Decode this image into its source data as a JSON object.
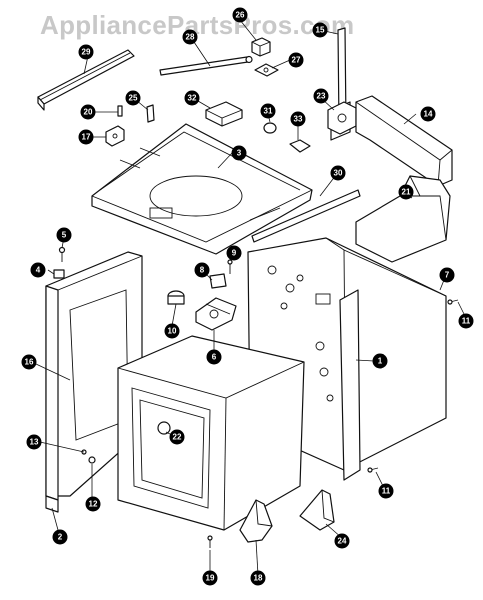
{
  "watermark": "AppliancePartsPros.com",
  "callouts": [
    {
      "id": "c1",
      "label": "1"
    },
    {
      "id": "c2",
      "label": "2"
    },
    {
      "id": "c3",
      "label": "3"
    },
    {
      "id": "c4",
      "label": "4"
    },
    {
      "id": "c5",
      "label": "5"
    },
    {
      "id": "c6",
      "label": "6"
    },
    {
      "id": "c7",
      "label": "7"
    },
    {
      "id": "c8",
      "label": "8"
    },
    {
      "id": "c9",
      "label": "9"
    },
    {
      "id": "c10",
      "label": "10"
    },
    {
      "id": "c11a",
      "label": "11"
    },
    {
      "id": "c11b",
      "label": "11"
    },
    {
      "id": "c12",
      "label": "12"
    },
    {
      "id": "c13",
      "label": "13"
    },
    {
      "id": "c14",
      "label": "14"
    },
    {
      "id": "c15",
      "label": "15"
    },
    {
      "id": "c16",
      "label": "16"
    },
    {
      "id": "c17",
      "label": "17"
    },
    {
      "id": "c18",
      "label": "18"
    },
    {
      "id": "c19",
      "label": "19"
    },
    {
      "id": "c20",
      "label": "20"
    },
    {
      "id": "c21",
      "label": "21"
    },
    {
      "id": "c22",
      "label": "22"
    },
    {
      "id": "c23",
      "label": "23"
    },
    {
      "id": "c24",
      "label": "24"
    },
    {
      "id": "c25",
      "label": "25"
    },
    {
      "id": "c26",
      "label": "26"
    },
    {
      "id": "c27",
      "label": "27"
    },
    {
      "id": "c28",
      "label": "28"
    },
    {
      "id": "c29",
      "label": "29"
    },
    {
      "id": "c30",
      "label": "30"
    },
    {
      "id": "c31",
      "label": "31"
    },
    {
      "id": "c32",
      "label": "32"
    },
    {
      "id": "c33",
      "label": "33"
    }
  ]
}
